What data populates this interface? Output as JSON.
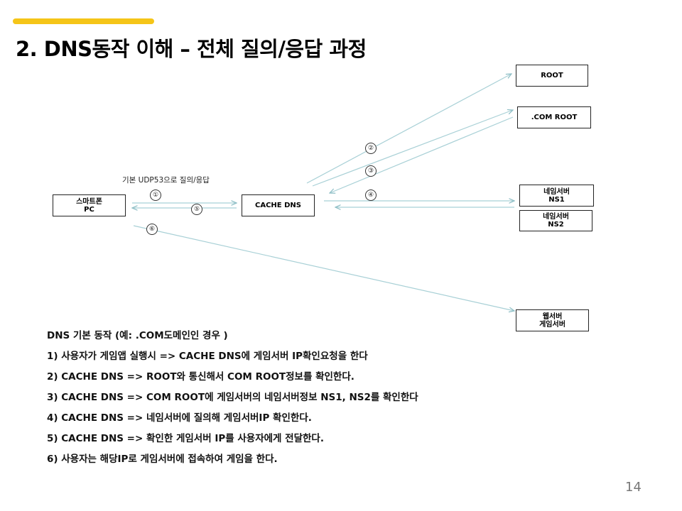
{
  "slide": {
    "title": "2. DNS동작 이해 – 전체 질의/응답 과정",
    "page_number": "14",
    "accent_color": "#f5c518"
  },
  "diagram": {
    "caption": "기본 UDP53으로 질의/응답",
    "nodes": {
      "client": [
        "스마트폰",
        "PC"
      ],
      "cache_dns": [
        "CACHE DNS"
      ],
      "root": [
        "ROOT"
      ],
      "com_root": [
        ".COM ROOT"
      ],
      "ns1": [
        "네임서버",
        "NS1"
      ],
      "ns2": [
        "네임서버",
        "NS2"
      ],
      "web_server": [
        "웹서버",
        "게임서버"
      ]
    },
    "step_markers": [
      "①",
      "②",
      "③",
      "④",
      "⑤",
      "⑥"
    ],
    "arrow_color": "#a8d0d6"
  },
  "steps": [
    "DNS 기본 동작 (예: .COM도메인인 경우 )",
    "1) 사용자가 게임앱 실행시 => CACHE DNS에 게임서버 IP확인요청을 한다",
    "2) CACHE DNS => ROOT와 통신해서 COM ROOT정보를 확인한다.",
    "3) CACHE DNS => COM ROOT에 게임서버의 네임서버정보 NS1, NS2를 확인한다",
    "4) CACHE DNS => 네임서버에 질의해 게임서버IP 확인한다.",
    "5) CACHE DNS => 확인한 게임서버 IP를 사용자에게 전달한다.",
    "6) 사용자는 해당IP로 게임서버에 접속하여 게임을 한다."
  ]
}
